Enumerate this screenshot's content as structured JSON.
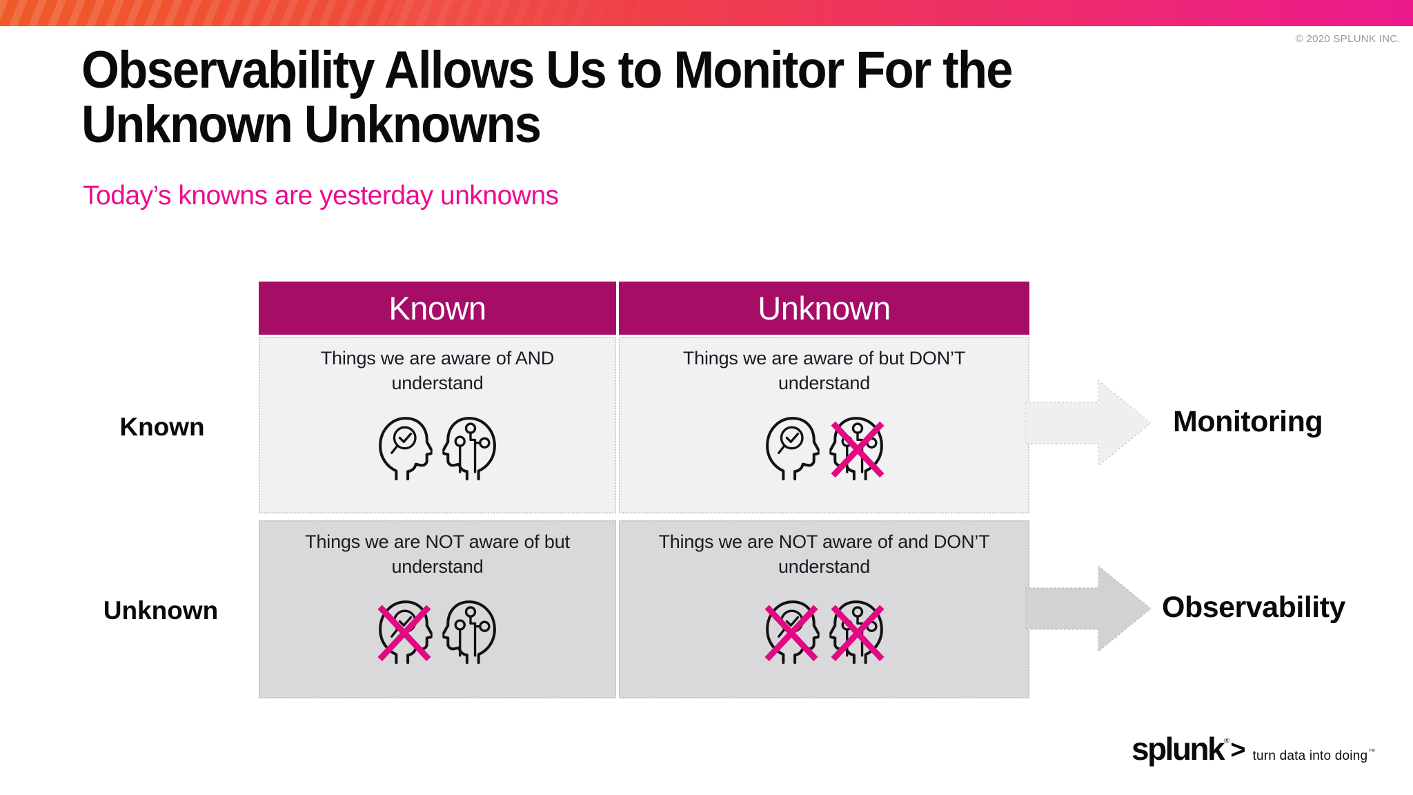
{
  "page": {
    "copyright": "© 2020 SPLUNK INC."
  },
  "title": {
    "line1": "Observability Allows Us to Monitor For the",
    "line2": "Unknown Unknowns"
  },
  "subtitle": "Today’s knowns are yesterday unknowns",
  "matrix": {
    "column_headers": [
      "Known",
      "Unknown"
    ],
    "row_headers": [
      "Known",
      "Unknown"
    ],
    "cells": [
      {
        "row": "Known",
        "column": "Known",
        "text": "Things we are aware of AND understand",
        "aware_crossed": false,
        "understand_crossed": false
      },
      {
        "row": "Known",
        "column": "Unknown",
        "text": "Things we are aware of but DON’T understand",
        "aware_crossed": false,
        "understand_crossed": true
      },
      {
        "row": "Unknown",
        "column": "Known",
        "text": "Things we are NOT aware of but understand",
        "aware_crossed": true,
        "understand_crossed": false
      },
      {
        "row": "Unknown",
        "column": "Unknown",
        "text": "Things we are NOT aware of and DON’T understand",
        "aware_crossed": true,
        "understand_crossed": true
      }
    ],
    "icons": [
      "aware-head-icon",
      "understand-head-icon"
    ]
  },
  "arrows": [
    {
      "label": "Monitoring"
    },
    {
      "label": "Observability"
    }
  ],
  "logo": {
    "brand": "splunk",
    "registered": "®",
    "chevron": ">",
    "tagline": "turn data into doing",
    "trademark": "™"
  },
  "colors": {
    "accent_pink": "#ee0a90",
    "header_magenta": "#a60d67",
    "cross_pink": "#e20a82",
    "bar_orange": "#ef5a28",
    "bar_red": "#ef4048",
    "bar_pink": "#ec1a8d",
    "row1_bg": "#f1f0f2",
    "row2_bg": "#d9d8da",
    "arrow_light": "#efeef0",
    "arrow_dark": "#d2d1d4"
  }
}
